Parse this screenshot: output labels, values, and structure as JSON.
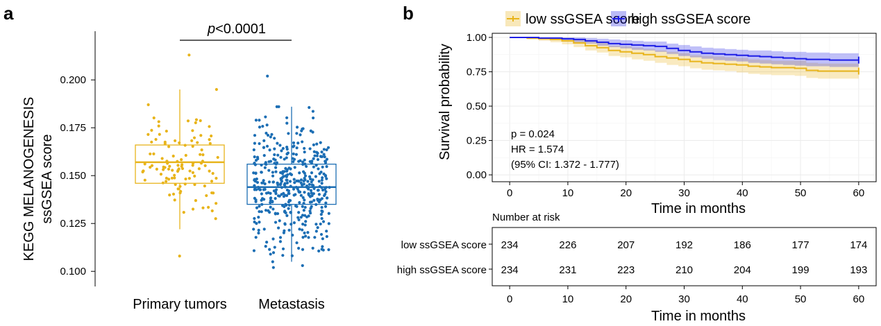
{
  "colors": {
    "low": "#E8B41B",
    "high": "#1E1EE6",
    "primary": "#E8B41B",
    "metastasis": "#1C6EB4"
  },
  "panel_a": {
    "label": "a",
    "pvalue_italic": "p",
    "pvalue_rest": "<0.0001",
    "ylabel_line1": "KEGG MELANOGENESIS",
    "ylabel_line2": "ssGSEA score"
  },
  "panel_b": {
    "label": "b",
    "stats": {
      "p": "p = 0.024",
      "hr": "HR = 1.574",
      "ci": "(95% CI: 1.372 - 1.777)"
    },
    "risk_title": "Number at risk"
  },
  "chart_data": [
    {
      "type": "box",
      "ylim": [
        0.095,
        0.22
      ],
      "yticks": [
        "0.100",
        "0.125",
        "0.150",
        "0.175",
        "0.200"
      ],
      "ytick_values": [
        0.1,
        0.125,
        0.15,
        0.175,
        0.2
      ],
      "groups": [
        {
          "name": "Primary tumors",
          "n_points": 110,
          "whisker_low": 0.122,
          "q1": 0.146,
          "median": 0.157,
          "q3": 0.166,
          "whisker_high": 0.195,
          "outliers": [
            0.213,
            0.108
          ]
        },
        {
          "name": "Metastasis",
          "n_points": 430,
          "whisker_low": 0.105,
          "q1": 0.135,
          "median": 0.144,
          "q3": 0.156,
          "whisker_high": 0.186,
          "outliers": [
            0.202,
            0.103,
            0.102
          ]
        }
      ]
    },
    {
      "type": "line",
      "xlabel": "Time in months",
      "ylabel": "Survival probability",
      "xlim": [
        -3,
        63
      ],
      "ylim": [
        -0.05,
        1.03
      ],
      "xticks": [
        0,
        10,
        20,
        30,
        40,
        50,
        60
      ],
      "yticks": [
        "0.00",
        "0.25",
        "0.50",
        "0.75",
        "1.00"
      ],
      "ytick_values": [
        0,
        0.25,
        0.5,
        0.75,
        1.0
      ],
      "series": [
        {
          "name": "low ssGSEA score",
          "color": "#E8B41B",
          "x": [
            0,
            3,
            5,
            7,
            9,
            11,
            13,
            15,
            17,
            19,
            21,
            23,
            25,
            27,
            29,
            31,
            33,
            35,
            37,
            39,
            41,
            43,
            45,
            47,
            49,
            51,
            53,
            55,
            57,
            60
          ],
          "y": [
            1.0,
            0.995,
            0.99,
            0.985,
            0.975,
            0.96,
            0.94,
            0.925,
            0.905,
            0.895,
            0.885,
            0.875,
            0.86,
            0.85,
            0.84,
            0.825,
            0.815,
            0.81,
            0.805,
            0.8,
            0.79,
            0.785,
            0.78,
            0.78,
            0.775,
            0.76,
            0.755,
            0.755,
            0.755,
            0.755
          ],
          "lower": [
            1.0,
            0.985,
            0.975,
            0.965,
            0.95,
            0.93,
            0.905,
            0.89,
            0.865,
            0.855,
            0.84,
            0.83,
            0.815,
            0.8,
            0.79,
            0.775,
            0.765,
            0.76,
            0.755,
            0.745,
            0.735,
            0.73,
            0.725,
            0.725,
            0.72,
            0.705,
            0.7,
            0.7,
            0.7,
            0.7
          ],
          "upper": [
            1.0,
            1.0,
            1.0,
            1.0,
            0.995,
            0.985,
            0.97,
            0.96,
            0.94,
            0.935,
            0.925,
            0.915,
            0.905,
            0.895,
            0.885,
            0.87,
            0.865,
            0.86,
            0.855,
            0.85,
            0.84,
            0.835,
            0.83,
            0.83,
            0.83,
            0.815,
            0.81,
            0.81,
            0.81,
            0.81
          ]
        },
        {
          "name": "high ssGSEA score",
          "color": "#1E1EE6",
          "x": [
            0,
            3,
            5,
            7,
            9,
            11,
            13,
            15,
            17,
            19,
            21,
            23,
            25,
            27,
            29,
            31,
            33,
            35,
            37,
            39,
            41,
            43,
            45,
            47,
            49,
            51,
            53,
            55,
            57,
            60
          ],
          "y": [
            1.0,
            1.0,
            0.995,
            0.995,
            0.99,
            0.985,
            0.975,
            0.965,
            0.955,
            0.95,
            0.945,
            0.94,
            0.935,
            0.92,
            0.905,
            0.895,
            0.885,
            0.88,
            0.875,
            0.87,
            0.865,
            0.86,
            0.855,
            0.85,
            0.845,
            0.84,
            0.84,
            0.835,
            0.835,
            0.835
          ],
          "lower": [
            1.0,
            1.0,
            0.99,
            0.985,
            0.975,
            0.965,
            0.955,
            0.94,
            0.93,
            0.92,
            0.91,
            0.905,
            0.895,
            0.88,
            0.865,
            0.855,
            0.845,
            0.835,
            0.83,
            0.825,
            0.815,
            0.81,
            0.805,
            0.8,
            0.795,
            0.79,
            0.79,
            0.785,
            0.785,
            0.785
          ],
          "upper": [
            1.0,
            1.0,
            1.0,
            1.0,
            1.0,
            1.0,
            0.995,
            0.99,
            0.985,
            0.98,
            0.975,
            0.97,
            0.97,
            0.955,
            0.945,
            0.935,
            0.925,
            0.92,
            0.915,
            0.91,
            0.905,
            0.905,
            0.9,
            0.895,
            0.895,
            0.89,
            0.89,
            0.885,
            0.885,
            0.885
          ]
        }
      ],
      "legend_placement": "top"
    },
    {
      "type": "table",
      "title": "Number at risk",
      "xlabel": "Time in months",
      "xticks": [
        0,
        10,
        20,
        30,
        40,
        50,
        60
      ],
      "rows": [
        {
          "name": "low ssGSEA score",
          "values": [
            234,
            226,
            207,
            192,
            186,
            177,
            174
          ]
        },
        {
          "name": "high ssGSEA score",
          "values": [
            234,
            231,
            223,
            210,
            204,
            199,
            193
          ]
        }
      ]
    }
  ]
}
